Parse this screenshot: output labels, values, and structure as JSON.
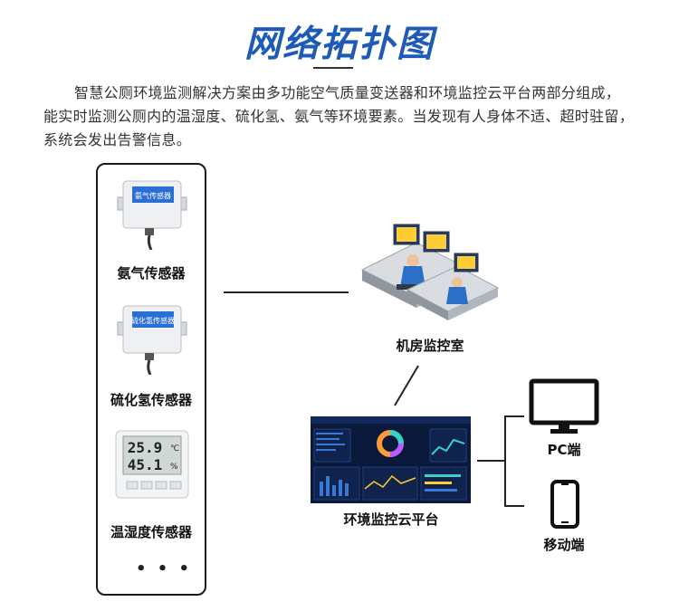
{
  "title": "网络拓扑图",
  "intro": "智慧公厕环境监测解决方案由多功能空气质量变送器和环境监控云平台两部分组成，能实时监测公厕内的温湿度、硫化氢、氨气等环境要素。当发现有人身体不适、超时驻留，系统会发出告警信息。",
  "devices": [
    {
      "label": "氨气传感器",
      "panel_text": "氨气传感器"
    },
    {
      "label": "硫化氢传感器",
      "panel_text": "硫化氢传感器"
    },
    {
      "label": "温湿度传感器",
      "lcd_top": "25.9",
      "lcd_top_unit": "℃",
      "lcd_bottom": "45.1",
      "lcd_bottom_unit": "%"
    }
  ],
  "more": "• • •",
  "control_room": {
    "label": "机房监控室"
  },
  "platform": {
    "label": "环境监控云平台"
  },
  "endpoints": [
    {
      "label": "PC端"
    },
    {
      "label": "移动端"
    }
  ],
  "colors": {
    "title": "#1e5bb8",
    "screen_bg": "#0b1a3a",
    "sensor_tag": "#2a6fd6"
  }
}
